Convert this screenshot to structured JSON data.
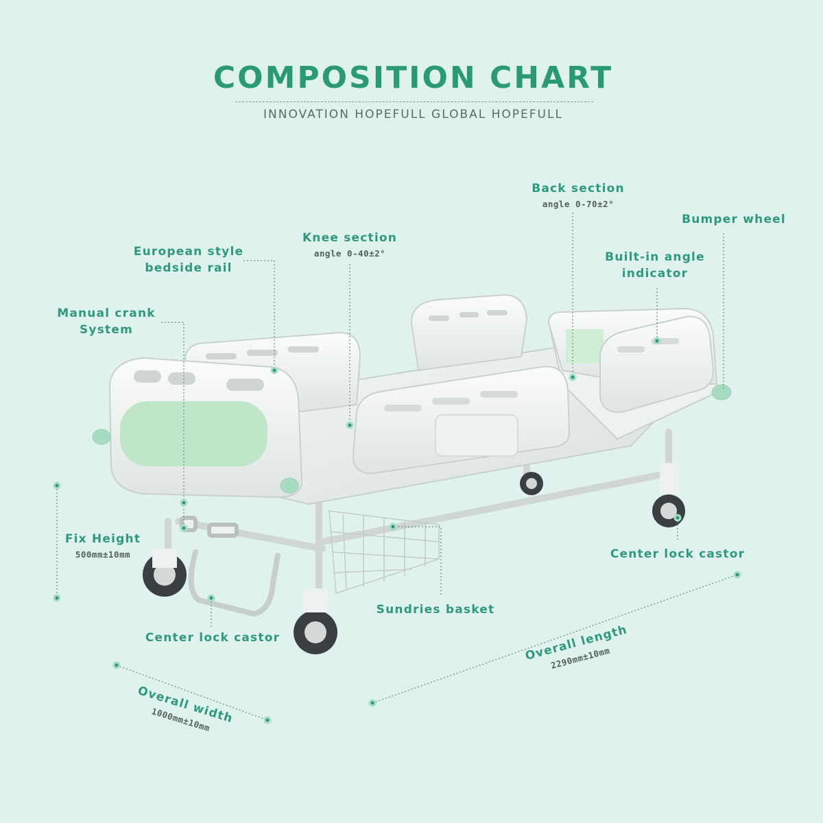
{
  "header": {
    "title": "COMPOSITION CHART",
    "subtitle": "INNOVATION HOPEFULL GLOBAL HOPEFULL"
  },
  "callouts": {
    "european_rail": {
      "line1": "European style",
      "line2": "bedside rail"
    },
    "knee_section": {
      "label": "Knee section",
      "detail": "angle 0-40±2°"
    },
    "back_section": {
      "label": "Back section",
      "detail": "angle 0-70±2°"
    },
    "bumper_wheel": {
      "label": "Bumper wheel"
    },
    "angle_indicator": {
      "line1": "Built-in angle",
      "line2": "indicator"
    },
    "manual_crank": {
      "line1": "Manual crank",
      "line2": "System"
    },
    "fix_height": {
      "label": "Fix Height",
      "detail": "500mm±10mm"
    },
    "center_lock_castor_right": {
      "label": "Center lock castor"
    },
    "center_lock_castor_left": {
      "label": "Center lock castor"
    },
    "sundries_basket": {
      "label": "Sundries basket"
    },
    "overall_length": {
      "label": "Overall length",
      "detail": "2290mm±10mm"
    },
    "overall_width": {
      "label": "Overall width",
      "detail": "1000mm±10mm"
    }
  },
  "colors": {
    "background": "#dff2ee",
    "accent_green": "#2e9a7a",
    "panel_green": "#bfe6c8",
    "bed_white": "#f1f3f2"
  }
}
